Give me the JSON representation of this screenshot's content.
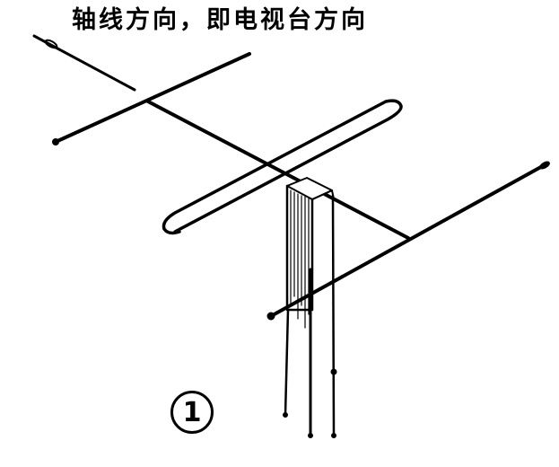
{
  "diagram": {
    "type": "tv-antenna-line-drawing",
    "caption": "轴线方向，即电视台方向",
    "figure_number": "1",
    "stroke_color": "#000000",
    "background_color": "#ffffff",
    "parts": [
      {
        "name": "boom",
        "label": "轴线方向"
      },
      {
        "name": "director-element"
      },
      {
        "name": "folded-dipole"
      },
      {
        "name": "reflector-element"
      },
      {
        "name": "mast"
      },
      {
        "name": "feed-lines"
      }
    ]
  }
}
